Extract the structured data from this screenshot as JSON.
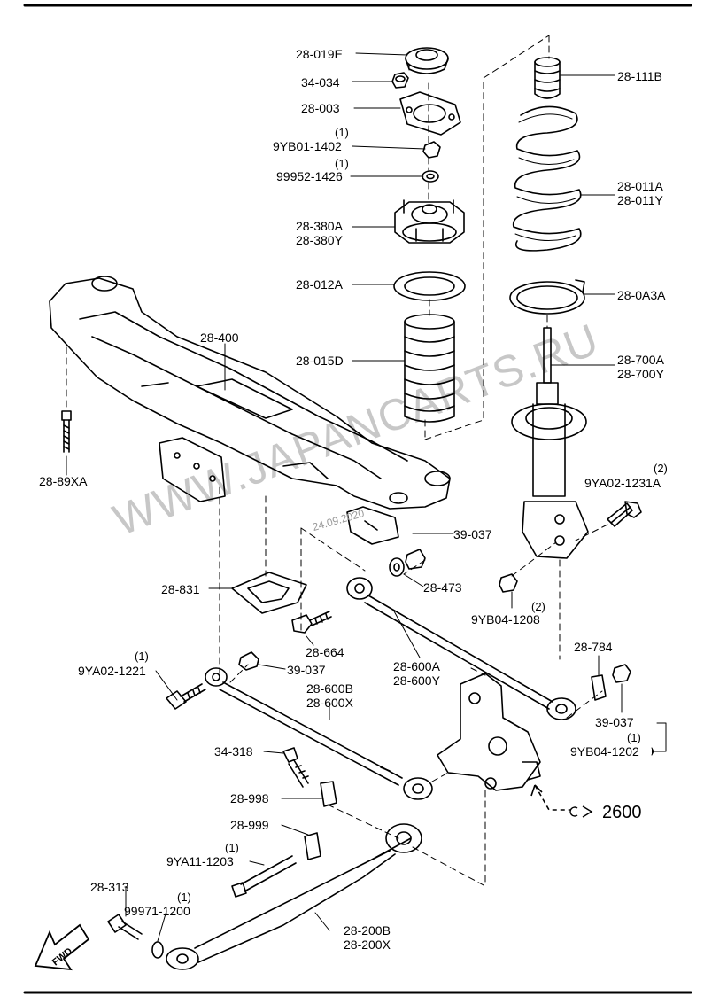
{
  "labels": {
    "p28019E": "28-019E",
    "p34034": "34-034",
    "p28003": "28-003",
    "p9YB01": "9YB01-1402",
    "p99952": "99952-1426",
    "p28380A": "28-380A",
    "p28380Y": "28-380Y",
    "p28012A": "28-012A",
    "p28015D": "28-015D",
    "p28400": "28-400",
    "p2889XA": "28-89XA",
    "p28111B": "28-111B",
    "p28011A": "28-011A",
    "p28011Y": "28-011Y",
    "p280A3A": "28-0A3A",
    "p28700A": "28-700A",
    "p28700Y": "28-700Y",
    "p9YA021231A": "9YA02-1231A",
    "p39037a": "39-037",
    "p28473": "28-473",
    "p9YB041208": "9YB04-1208",
    "p28831": "28-831",
    "p28664": "28-664",
    "p9YA021221": "9YA02-1221",
    "p39037b": "39-037",
    "p28600A": "28-600A",
    "p28600Y": "28-600Y",
    "p28600B": "28-600B",
    "p28600X": "28-600X",
    "p28784": "28-784",
    "p39037c": "39-037",
    "p9YB041202": "9YB04-1202",
    "p34318": "34-318",
    "p28998": "28-998",
    "p28999": "28-999",
    "p9YA111203": "9YA11-1203",
    "p28313": "28-313",
    "p999711200": "99971-1200",
    "p28200B": "28-200B",
    "p28200X": "28-200X",
    "ref2600": "2600"
  },
  "quantities": {
    "q9YB01": "(1)",
    "q99952": "(1)",
    "q9YA021231A": "(2)",
    "q9YB041208": "(2)",
    "q9YA021221": "(1)",
    "q9YB041202": "(1)",
    "q9YA111203": "(1)",
    "q999711200": "(1)"
  },
  "watermark": "WWW.JAPANCARTS.RU",
  "date_stamp": "24.09.2020",
  "fwd": "FWD"
}
